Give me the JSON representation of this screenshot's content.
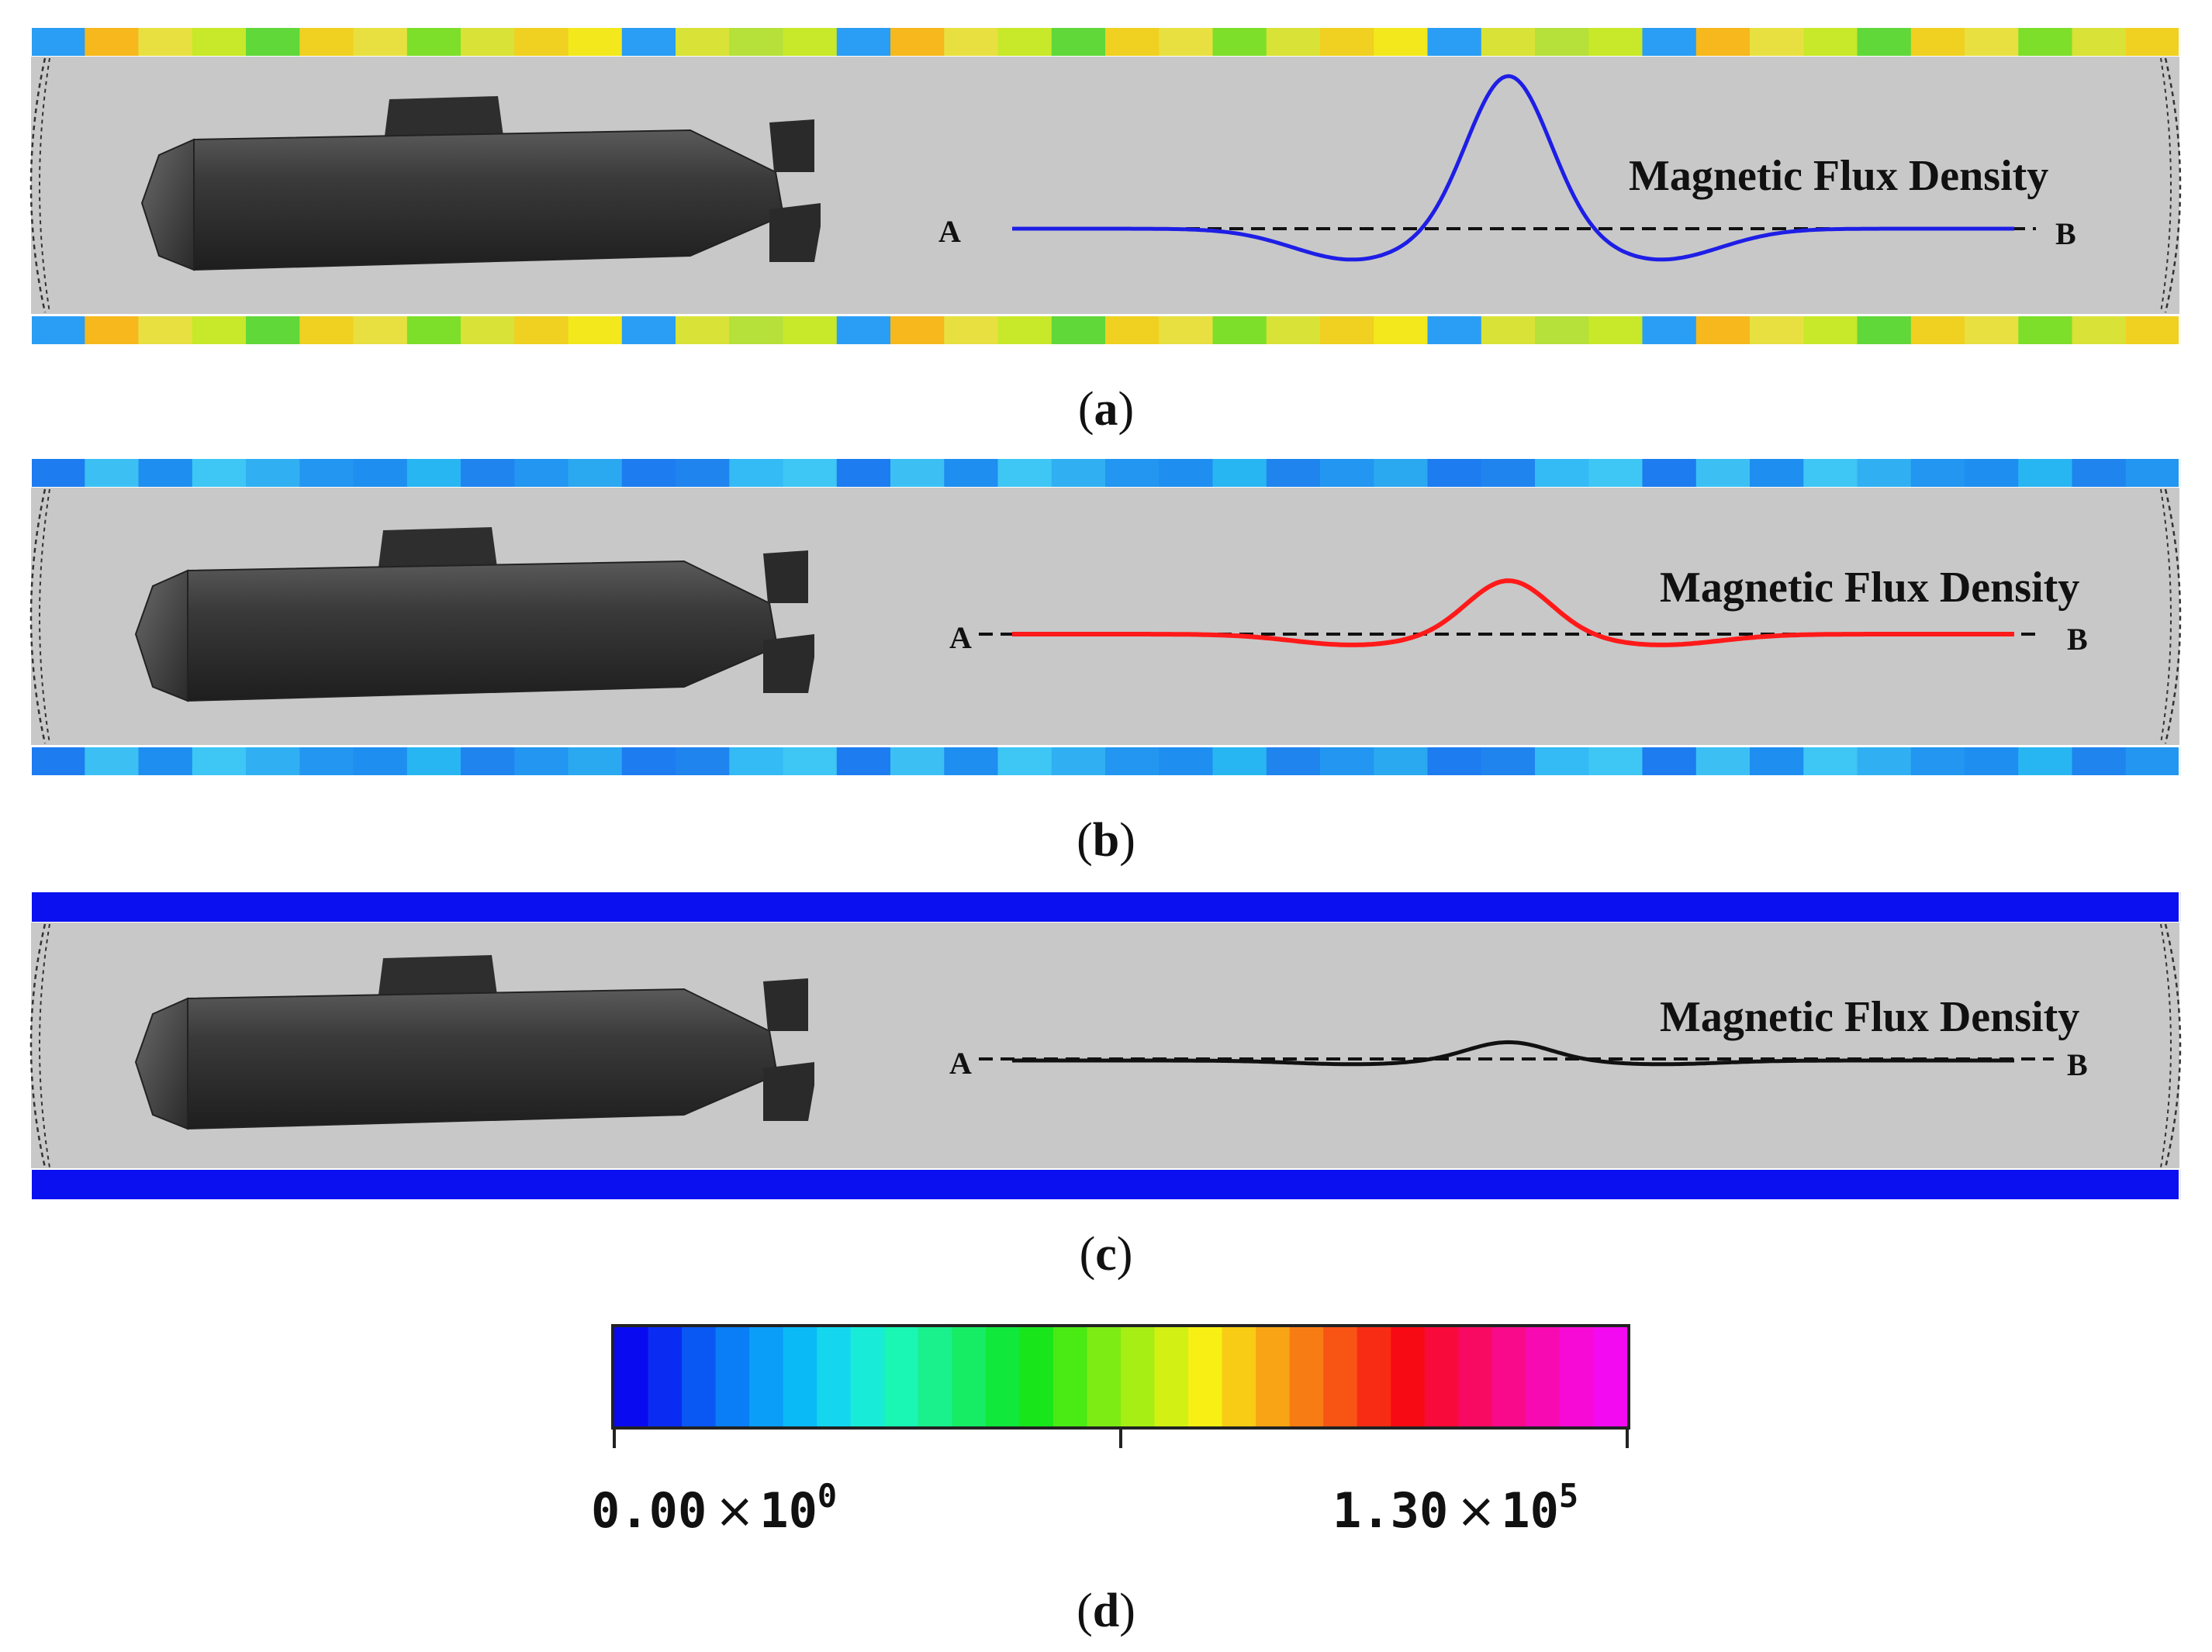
{
  "panels": [
    {
      "id": "a",
      "caption_letter": "a",
      "curve_label": "Magnetic Flux Density",
      "point_a": "A",
      "point_b": "B",
      "curve_color": "#1e1ee6",
      "band_colors": [
        "#2a9df4",
        "#7ddf2a",
        "#c8e82a",
        "#f2e81c",
        "#e8e040",
        "#b6e03a",
        "#f0d020",
        "#f6b81c",
        "#d9e236",
        "#60d83a"
      ],
      "relative_peak": 1.0
    },
    {
      "id": "b",
      "caption_letter": "b",
      "curve_label": "Magnetic Flux Density",
      "point_a": "A",
      "point_b": "B",
      "curve_color": "#ff1a1a",
      "band_colors": [
        "#1d7cf0",
        "#28b6f2",
        "#3ec6f4",
        "#2aa8f0",
        "#1e8ef0",
        "#34baf4",
        "#2296f0",
        "#3cc0f4",
        "#1f84ee",
        "#30b0f2"
      ],
      "relative_peak": 0.35
    },
    {
      "id": "c",
      "caption_letter": "c",
      "curve_label": "Magnetic Flux Density",
      "point_a": "A",
      "point_b": "B",
      "curve_color": "#111111",
      "band_colors": [
        "#0a10f0",
        "#0a10f0",
        "#0a10f0",
        "#0a10f0",
        "#0a10f0",
        "#0a10f0",
        "#0a10f0",
        "#0a10f0",
        "#0a10f0",
        "#0a10f0"
      ],
      "relative_peak": 0.12
    }
  ],
  "colorbar": {
    "caption_letter": "d",
    "min_mantissa": "0.00",
    "min_times": "×",
    "min_base": "10",
    "min_exp": "0",
    "max_mantissa": "1.30",
    "max_times": "×",
    "max_base": "10",
    "max_exp": "5",
    "colors": [
      "#0a0af0",
      "#0a2cf2",
      "#0a58f4",
      "#0a7ef6",
      "#0a9ef8",
      "#0abaf6",
      "#14d6ee",
      "#18ecd8",
      "#1af6b4",
      "#1af08c",
      "#16ec64",
      "#10e83c",
      "#18e61a",
      "#4aea14",
      "#7cec14",
      "#a6ee14",
      "#d2f014",
      "#f8f014",
      "#f8cc14",
      "#f8a414",
      "#f87c14",
      "#f85414",
      "#f82c14",
      "#f80a14",
      "#f80a3a",
      "#f80a62",
      "#f80a8a",
      "#f80ab2",
      "#f80ad6",
      "#f40af0"
    ]
  }
}
